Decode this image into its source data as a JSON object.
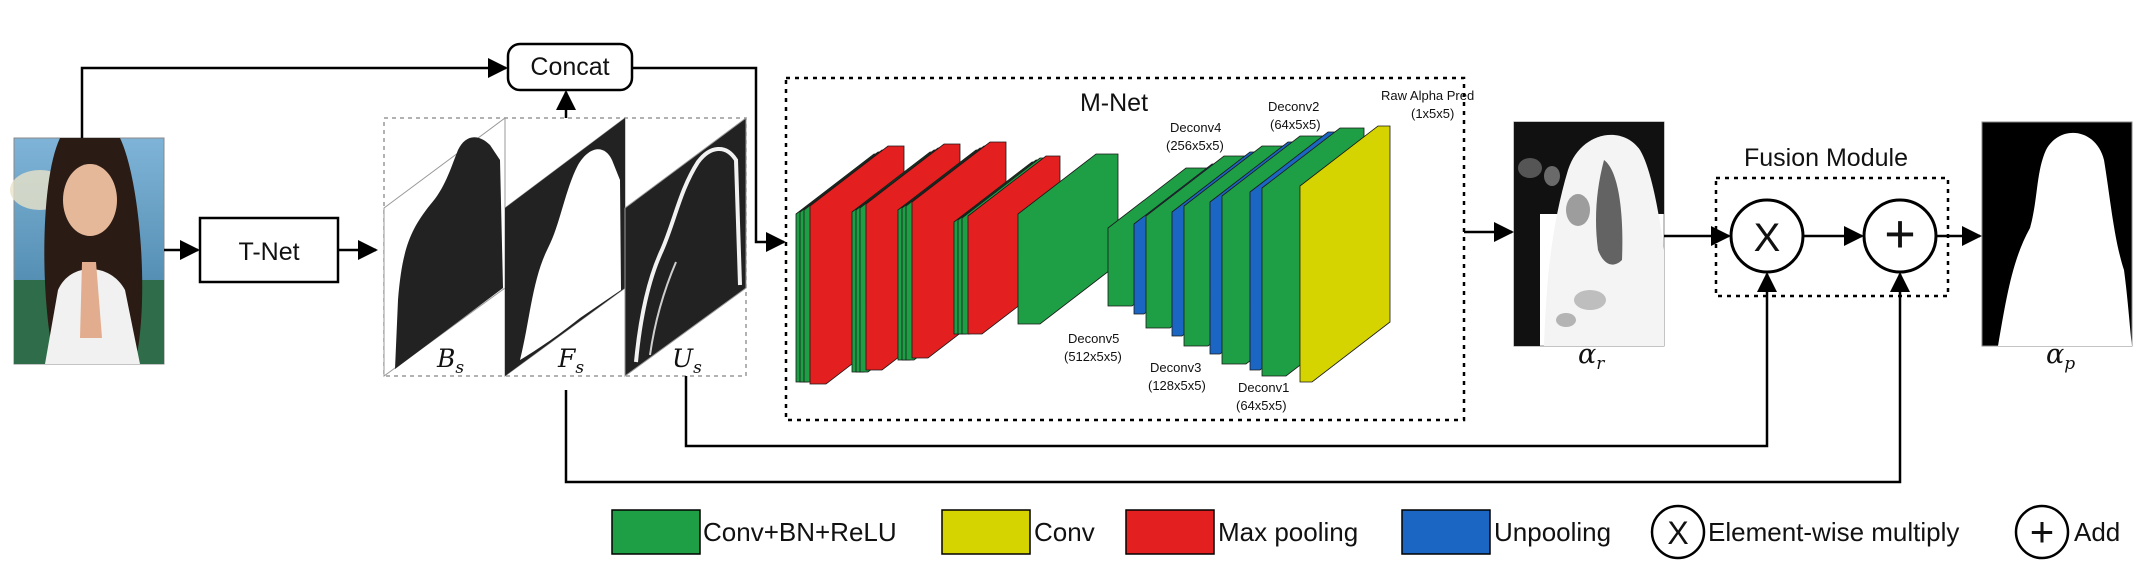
{
  "blocks": {
    "tnet": "T-Net",
    "concat": "Concat",
    "mnet": "M-Net",
    "fusion": "Fusion Module"
  },
  "maps": {
    "bs": "B",
    "bs_sub": "s",
    "fs": "F",
    "fs_sub": "s",
    "us": "U",
    "us_sub": "s",
    "alpha_r": "α",
    "alpha_r_sub": "r",
    "alpha_p": "α",
    "alpha_p_sub": "p"
  },
  "layers": {
    "deconv5": "Deconv5",
    "deconv5_dim": "(512x5x5)",
    "deconv4": "Deconv4",
    "deconv4_dim": "(256x5x5)",
    "deconv3": "Deconv3",
    "deconv3_dim": "(128x5x5)",
    "deconv2": "Deconv2",
    "deconv2_dim": "(64x5x5)",
    "deconv1": "Deconv1",
    "deconv1_dim": "(64x5x5)",
    "raw": "Raw Alpha Pred",
    "raw_dim": "(1x5x5)"
  },
  "ops": {
    "multiply_symbol": "X",
    "add_symbol": "+"
  },
  "legend": {
    "conv_bn_relu": "Conv+BN+ReLU",
    "conv": "Conv",
    "max_pooling": "Max pooling",
    "unpooling": "Unpooling",
    "multiply_symbol": "X",
    "multiply": "Element-wise multiply",
    "add_symbol": "+",
    "add": "Add"
  },
  "colors": {
    "conv_bn_relu": "#1e9e45",
    "conv": "#d6d400",
    "max_pooling": "#e41f1f",
    "unpooling": "#1a66c2"
  }
}
